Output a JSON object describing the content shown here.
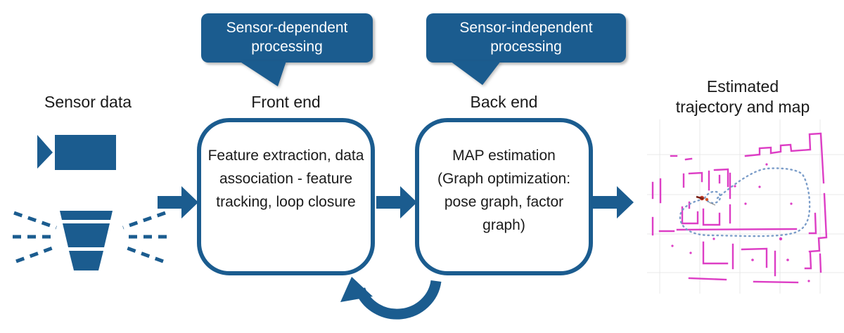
{
  "callouts": {
    "sensor_dependent": {
      "label": "Sensor-dependent\nprocessing"
    },
    "sensor_independent": {
      "label": "Sensor-independent\nprocessing"
    }
  },
  "flow": {
    "sensor_data_label": "Sensor data",
    "front_end": {
      "title": "Front end",
      "body": "Feature extraction, data\nassociation - feature\ntracking, loop closure"
    },
    "back_end": {
      "title": "Back end",
      "body": "MAP estimation\n(Graph optimization:\npose graph, factor\ngraph)"
    },
    "output": {
      "title": "Estimated\ntrajectory and map"
    }
  },
  "icons": {
    "camera": "video-camera-icon",
    "lidar": "lidar-scanner-icon",
    "flow_arrow": "right-block-arrow-icon",
    "feedback_arrow": "curved-feedback-arrow-icon",
    "map_preview": "slam-map-preview"
  },
  "colors": {
    "accent_blue": "#1b5c8f",
    "text_black": "#1a1a1a",
    "callout_text": "#ffffff",
    "map_wall_magenta": "#dd3ec5",
    "map_trajectory_blue": "#7b9dc9",
    "map_marker_red": "#c03a25",
    "map_grid_gray": "#e8e8e8"
  }
}
